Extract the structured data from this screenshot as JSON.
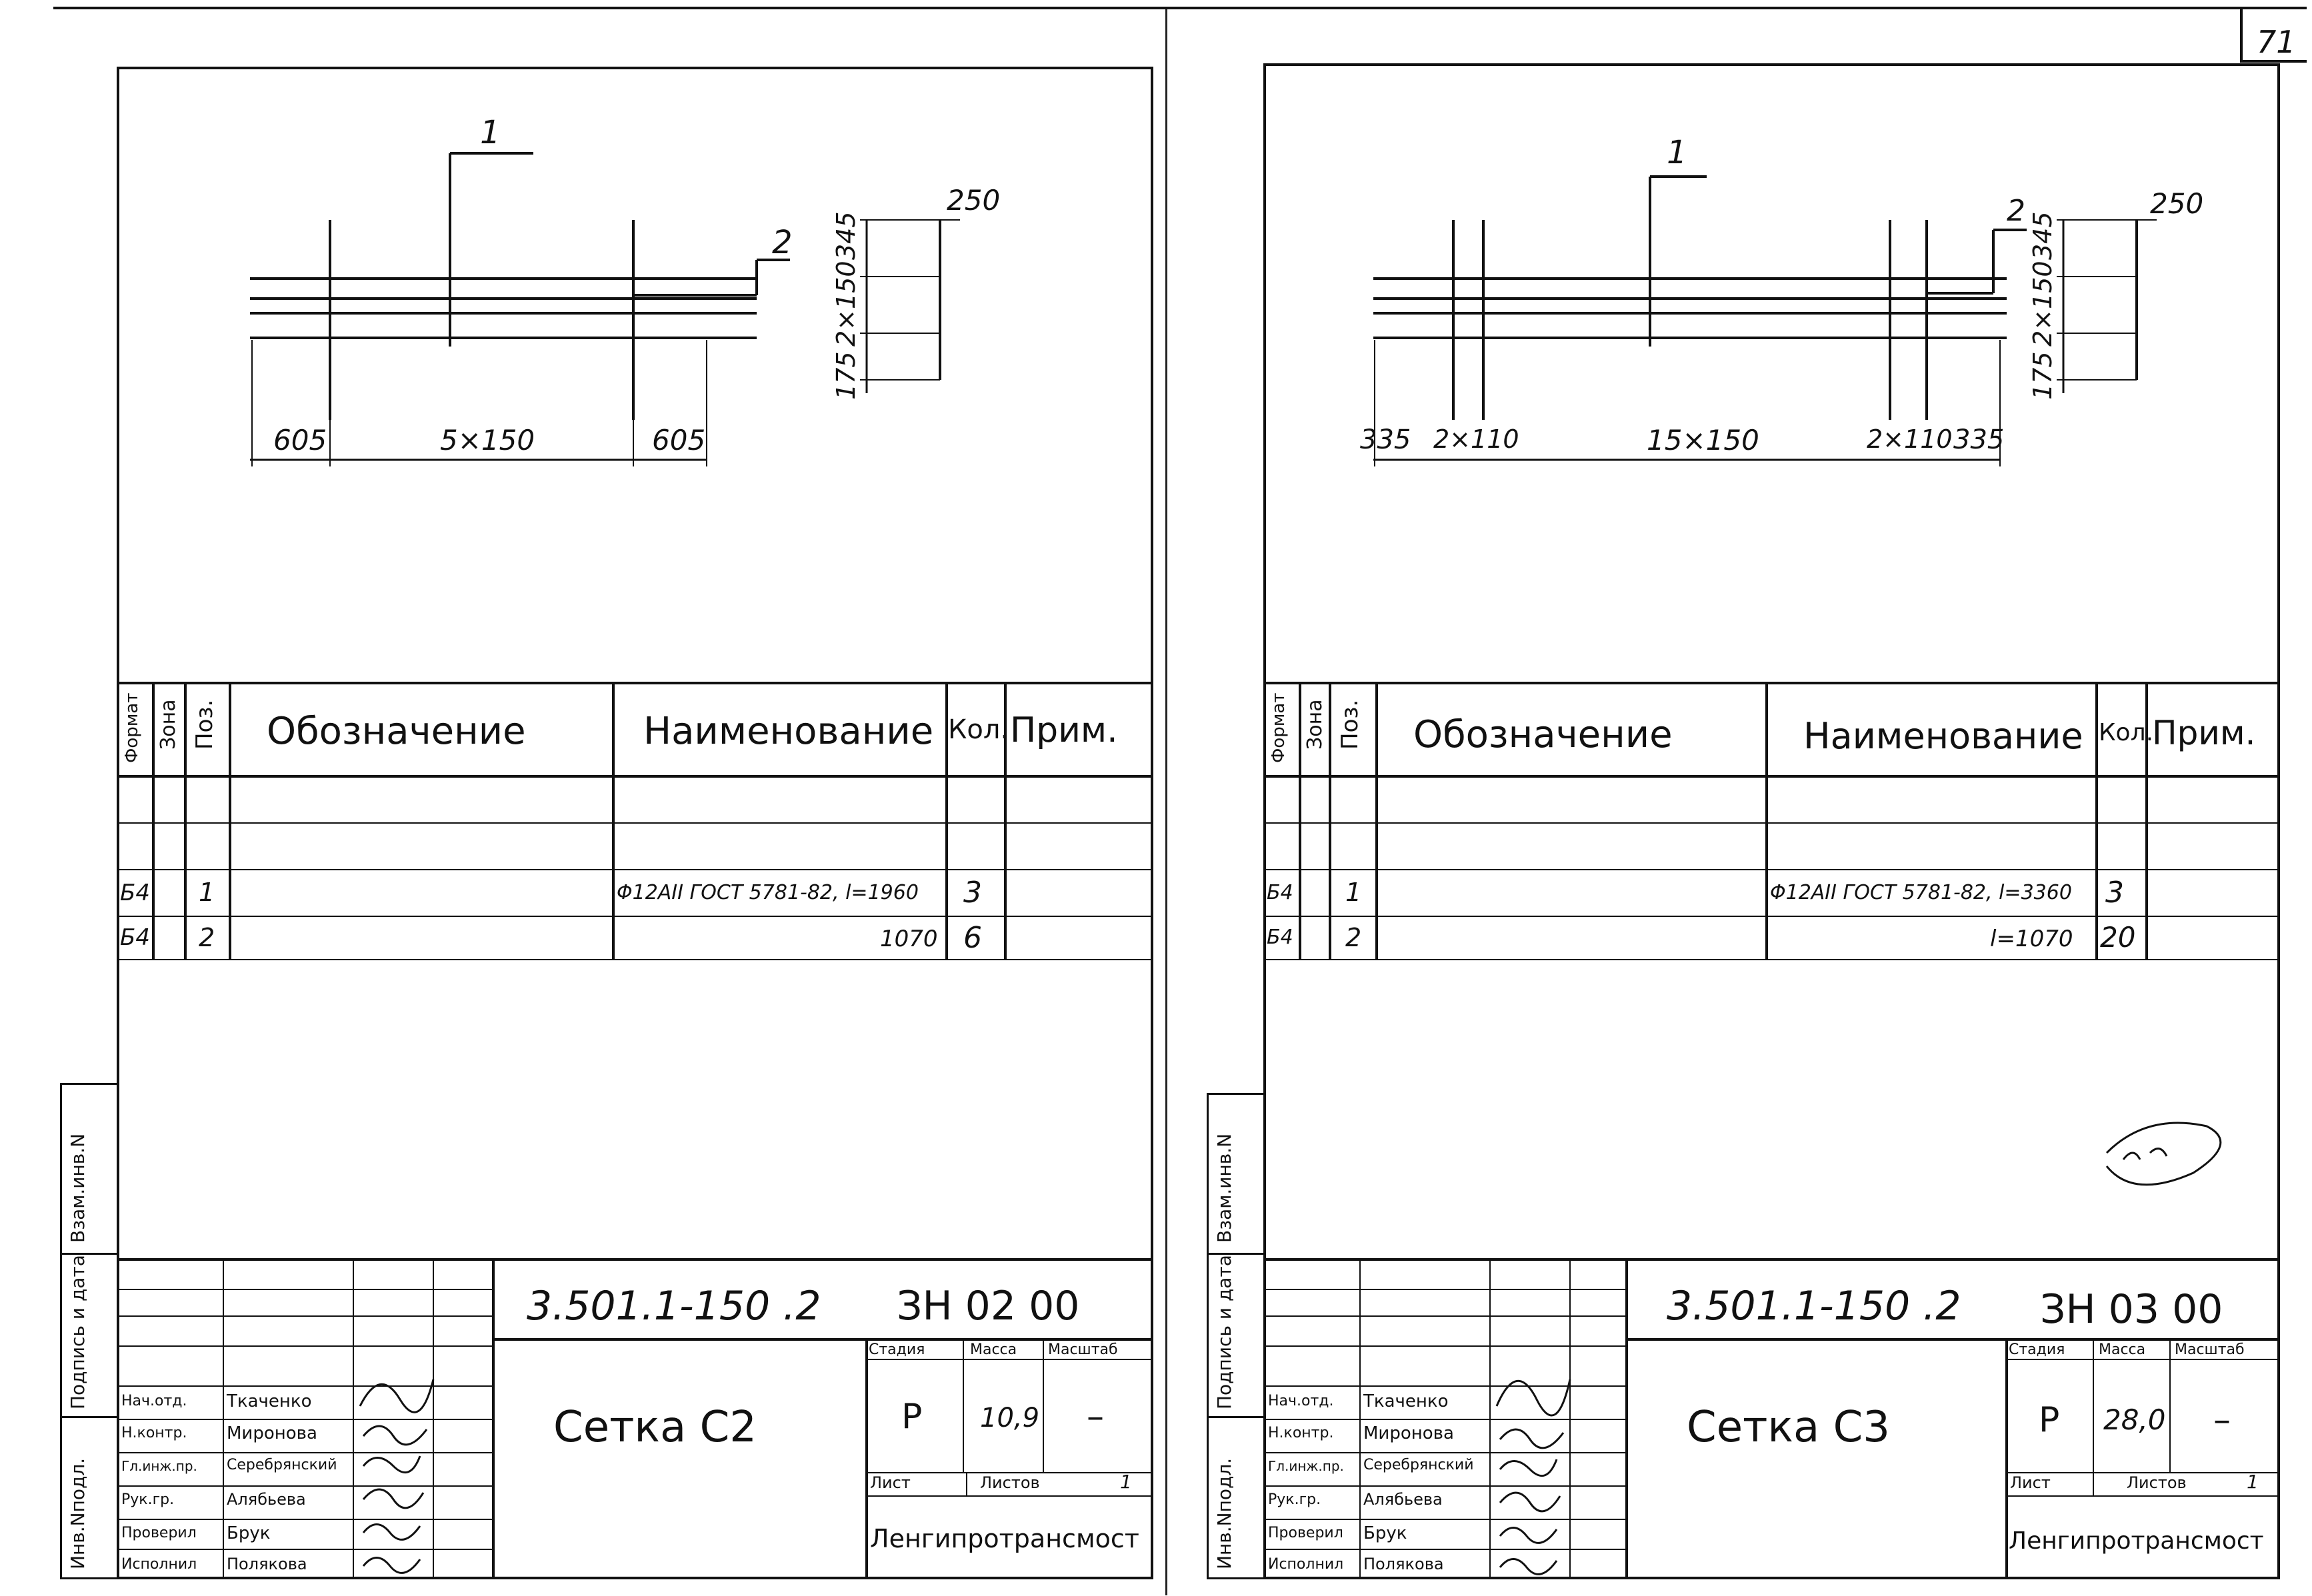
{
  "page": {
    "number": "71"
  },
  "headers": {
    "format": "Формат",
    "zone": "Зона",
    "pos": "Поз.",
    "designation": "Обозначение",
    "name": "Наименование",
    "qty": "Кол.",
    "note": "Прим."
  },
  "side_labels": {
    "inv_podl": "Инв.Nподл.",
    "podpis": "Подпись и дата",
    "vzam": "Взам.инв.N"
  },
  "stamp_labels": {
    "stage": "Стадия",
    "mass": "Масса",
    "scale": "Масштаб",
    "sheet": "Лист",
    "sheets": "Листов",
    "org": "Ленгипротрансмост"
  },
  "left": {
    "drawing": {
      "leader1": "1",
      "leader2": "2",
      "dim_left": "605",
      "dim_mid": "5×150",
      "dim_right": "605",
      "side_top": "345",
      "side_mid": "2×150",
      "side_bot": "175",
      "side_width": "250"
    },
    "rows": [
      {
        "format": "Б4",
        "pos": "1",
        "name": "Φ12AII ГОСТ 5781-82, l=1960",
        "qty": "3"
      },
      {
        "format": "Б4",
        "pos": "2",
        "name": "1070",
        "qty": "6"
      }
    ],
    "code": "3.501.1-150   .2",
    "code2": "ЗН 02 00",
    "title": "Сетка С2",
    "stage": "Р",
    "mass": "10,9",
    "scale": "–",
    "sheets_val": "1",
    "people": [
      {
        "role": "Нач.отд.",
        "name": "Ткаченко"
      },
      {
        "role": "Н.контр.",
        "name": "Миронова"
      },
      {
        "role": "Гл.инж.пр.",
        "name": "Серебрянский"
      },
      {
        "role": "Рук.гр.",
        "name": "Алябьева"
      },
      {
        "role": "Проверил",
        "name": "Брук"
      },
      {
        "role": "Исполнил",
        "name": "Полякова"
      }
    ]
  },
  "right": {
    "drawing": {
      "leader1": "1",
      "leader2": "2",
      "dim_a": "335",
      "dim_b": "2×110",
      "dim_mid": "15×150",
      "dim_c": "2×110",
      "dim_d": "335",
      "side_top": "345",
      "side_mid": "2×150",
      "side_bot": "175",
      "side_width": "250"
    },
    "rows": [
      {
        "format": "Б4",
        "pos": "1",
        "name": "Φ12AII ГОСТ 5781-82, l=3360",
        "qty": "3"
      },
      {
        "format": "Б4",
        "pos": "2",
        "name": "l=1070",
        "qty": "20"
      }
    ],
    "code": "3.501.1-150   .2",
    "code2": "ЗН 03 00",
    "title": "Сетка С3",
    "stage": "Р",
    "mass": "28,0",
    "scale": "–",
    "sheets_val": "1",
    "people": [
      {
        "role": "Нач.отд.",
        "name": "Ткаченко"
      },
      {
        "role": "Н.контр.",
        "name": "Миронова"
      },
      {
        "role": "Гл.инж.пр.",
        "name": "Серебрянский"
      },
      {
        "role": "Рук.гр.",
        "name": "Алябьева"
      },
      {
        "role": "Проверил",
        "name": "Брук"
      },
      {
        "role": "Исполнил",
        "name": "Полякова"
      }
    ]
  }
}
